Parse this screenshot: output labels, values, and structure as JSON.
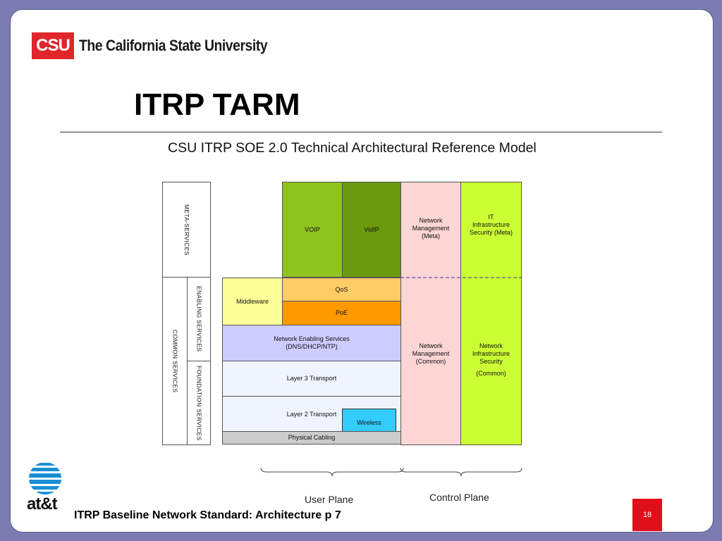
{
  "header": {
    "logo_text": "CSU",
    "org_name": "The California State University"
  },
  "slide": {
    "title": "ITRP TARM",
    "subtitle": "CSU ITRP SOE 2.0 Technical Architectural Reference Model"
  },
  "diagram": {
    "meta_services": "META-SERVICES",
    "common_services": "COMMON SERVICES",
    "enabling_services": "ENABLING SERVICES",
    "foundation_services": "FOUNDATION SERVICES",
    "voip": "VOIP",
    "vidip": "VidIP",
    "network_mgmt_meta": "Network Management (Meta)",
    "it_infra_security_meta": "IT Infrastructure Security (Meta)",
    "middleware": "Middleware",
    "qos": "QoS",
    "poe": "PoE",
    "network_enabling_services": "Network Enabling Services",
    "network_enabling_services_sub": "(DNS/DHCP/NTP)",
    "layer3": "Layer 3 Transport",
    "layer2": "Layer 2 Transport",
    "wireless": "Wireless",
    "physical_cabling": "Physical Cabling",
    "network_mgmt_common": "Network Management (Common)",
    "network_infra_security": "Network Infrastructure Security",
    "common_label": "(Common)",
    "user_plane": "User Plane",
    "control_plane": "Control Plane"
  },
  "colors": {
    "voip_green": "#8fc31f",
    "vidip_green": "#6b9a0f",
    "pink": "#fcd5d5",
    "lime": "#ccff33",
    "middleware_yellow": "#ffff99",
    "qos_orange": "#ffcc66",
    "poe_orange": "#ff9900",
    "lavender": "#ccccff",
    "pale_blue": "#f0f4ff",
    "wireless_cyan": "#33ccff",
    "gray": "#cccccc"
  },
  "footer": {
    "brand": "at&t",
    "caption": "ITRP Baseline Network Standard: Architecture p 7",
    "page_number": "18"
  }
}
